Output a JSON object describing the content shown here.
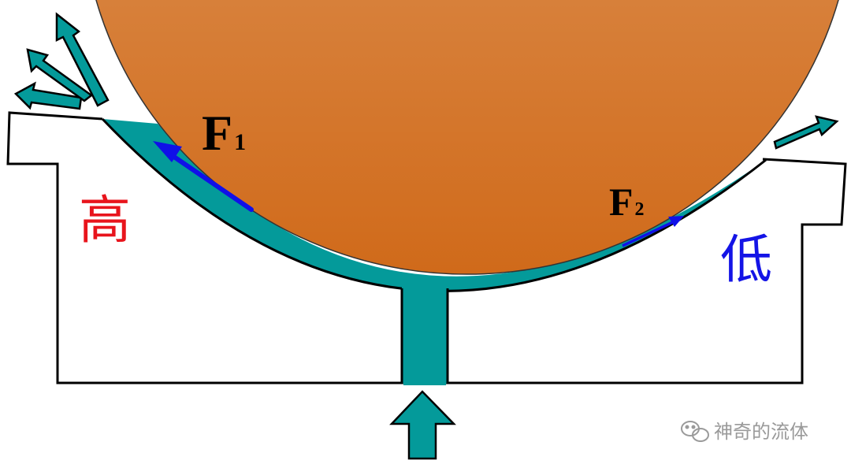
{
  "labels": {
    "f1_main": "F",
    "f1_sub": "1",
    "f2_main": "F",
    "f2_sub": "2",
    "high": "高",
    "low": "低",
    "watermark": "神奇的流体"
  },
  "colors": {
    "high_label": "#e8141c",
    "low_label": "#1414e6",
    "fluid": "#049a9a",
    "force_arrow": "#1010e8",
    "ball_top": "#e4a672",
    "ball_bottom": "#d06a1a",
    "outline": "#000000"
  },
  "icons": {
    "watermark": "wechat-icon"
  }
}
